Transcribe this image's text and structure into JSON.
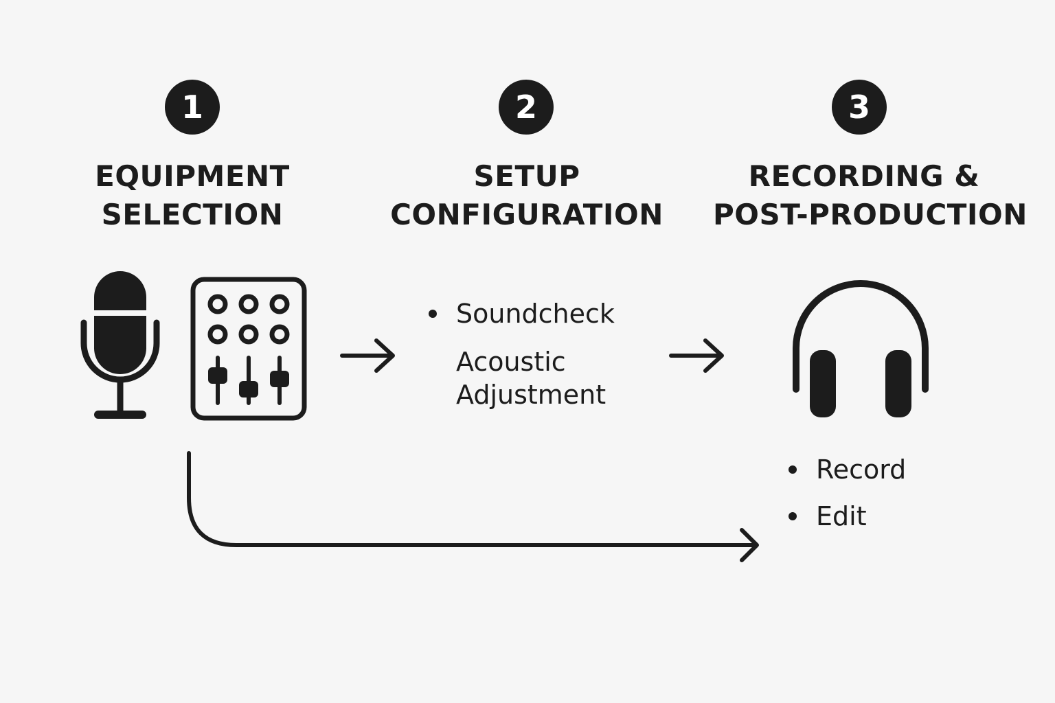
{
  "steps": [
    {
      "number": "1",
      "title_lines": [
        "EQUIPMENT",
        "SELECTION"
      ],
      "icons": [
        "microphone-icon",
        "mixer-icon"
      ]
    },
    {
      "number": "2",
      "title_lines": [
        "SETUP",
        "CONFIGURATION"
      ],
      "items": [
        "Soundcheck",
        "Acoustic",
        "Adjustment"
      ]
    },
    {
      "number": "3",
      "title_lines": [
        "RECORDING &",
        "POST-PRODUCTION"
      ],
      "icons": [
        "headphones-icon"
      ],
      "items": [
        "Record",
        "Edit"
      ]
    }
  ],
  "colors": {
    "background": "#f6f6f6",
    "ink": "#1c1c1c",
    "badge_text": "#ffffff"
  }
}
